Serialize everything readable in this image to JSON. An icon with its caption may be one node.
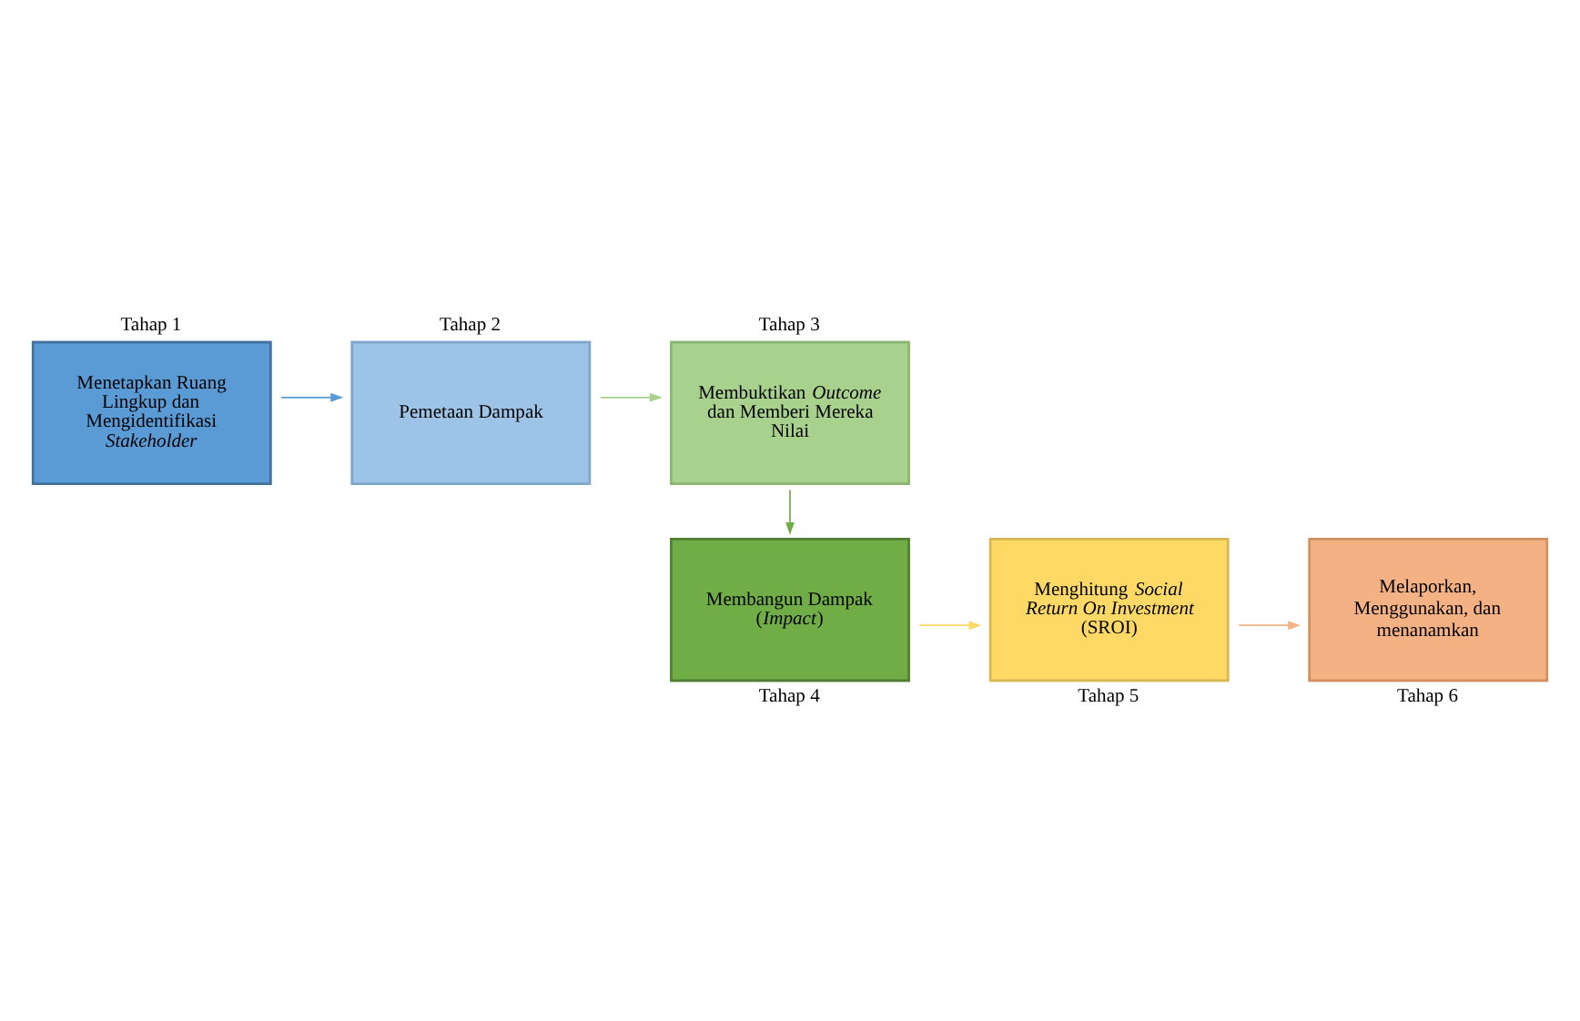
{
  "diagram": {
    "nodes": [
      {
        "text": [
          "Menetapkan Ruang Lingkup dan Mengidentifikasi *Stakeholder*"
        ],
        "beside": [
          "Tahap 1"
        ]
      },
      {
        "text": [
          "Pemetaan Dampak"
        ],
        "beside": [
          "Tahap 2"
        ]
      },
      {
        "text": [
          "Membuktikan *Outcome* dan Memberi Mereka Nilai"
        ],
        "beside": [
          "Tahap 3"
        ]
      },
      {
        "text": [
          "Membangun Dampak (*Impact*)"
        ],
        "beside": [
          "Tahap 4"
        ]
      },
      {
        "text": [
          "Menghitung *Social Return On Investment* (SROI)"
        ],
        "beside": [
          "Tahap 5"
        ]
      },
      {
        "text": [
          "Melaporkan, Menggunakan, dan menanamkan"
        ],
        "beside": [
          "Tahap 6"
        ]
      }
    ],
    "edges": [
      {
        "from": 0,
        "to": 1,
        "arrow": "to",
        "color": "#5b9bd5"
      },
      {
        "from": 1,
        "to": 2,
        "arrow": "to",
        "color": "#a9d18e"
      },
      {
        "from": 2,
        "to": 3,
        "arrow": "to",
        "color": "#70ad47"
      },
      {
        "from": 3,
        "to": 4,
        "arrow": "to",
        "color": "#ffd966"
      },
      {
        "from": 4,
        "to": 5,
        "arrow": "to",
        "color": "#f4b183"
      }
    ]
  }
}
